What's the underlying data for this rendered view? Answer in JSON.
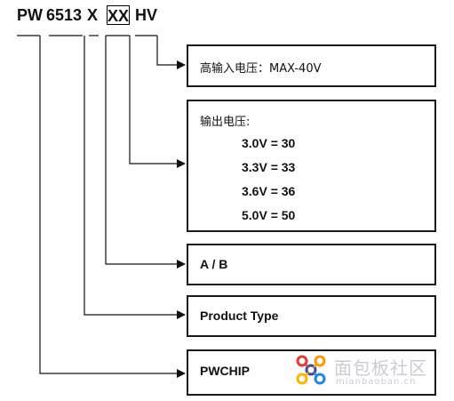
{
  "part_number": {
    "prefix": "PW",
    "series": "6513",
    "type_code": "X",
    "voltage_code": "XX",
    "suffix": "HV"
  },
  "boxes": {
    "hv": {
      "label": "高输入电压：MAX-40V"
    },
    "voltage": {
      "title": "输出电压:",
      "options": [
        "3.0V = 30",
        "3.3V = 33",
        "3.6V = 36",
        "5.0V = 50"
      ]
    },
    "ab": {
      "label": "A / B"
    },
    "product_type": {
      "label": "Product Type"
    },
    "brand": {
      "label": "PWCHIP"
    }
  },
  "watermark": {
    "title": "面包板社区",
    "sub": "mianbaoban.cn"
  }
}
